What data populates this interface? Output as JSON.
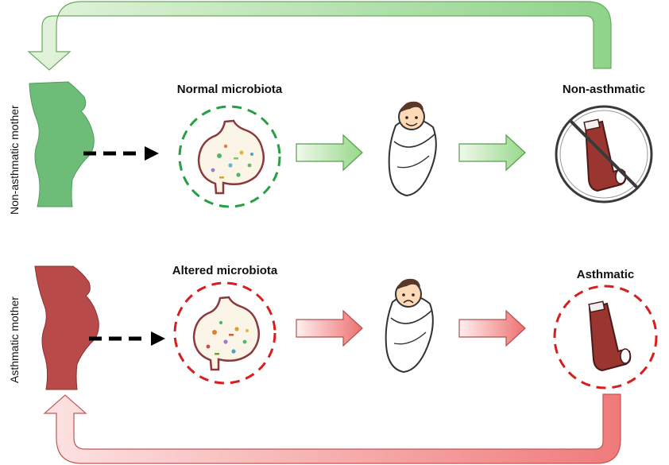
{
  "rows": {
    "top": {
      "side_label": "Non-asthmatic mother",
      "microbiota_label": "Normal microbiota",
      "outcome_label": "Non-asthmatic",
      "colors": {
        "mother": "#67b975",
        "arrow_light": "#eef8e8",
        "arrow_dark": "#97d88b",
        "circle": "#2aa046",
        "stroke": "#2a8a45"
      }
    },
    "bottom": {
      "side_label": "Asthmatic mother",
      "microbiota_label": "Altered microbiota",
      "outcome_label": "Asthmatic",
      "colors": {
        "mother": "#b94a4a",
        "arrow_light": "#fde4e4",
        "arrow_dark": "#ef7474",
        "circle": "#d81e1e",
        "stroke": "#8a2b2b"
      }
    }
  },
  "icons": {
    "mother": "pregnant-silhouette-icon",
    "stomach": "stomach-microbiota-icon",
    "baby": "swaddled-baby-icon",
    "inhaler": "inhaler-icon",
    "no_sign": "prohibition-sign-icon"
  }
}
